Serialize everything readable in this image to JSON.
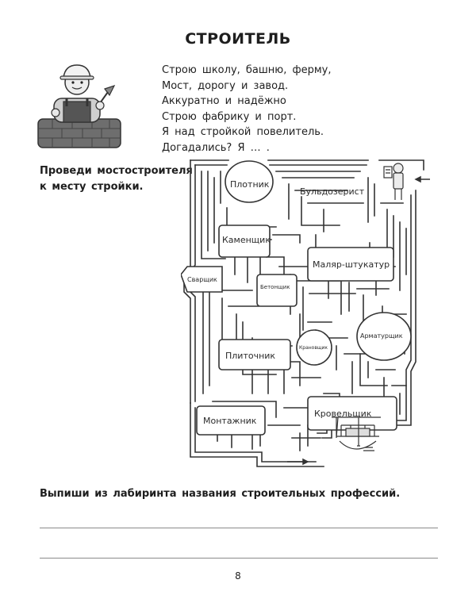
{
  "title": "СТРОИТЕЛЬ",
  "poem": [
    "Строю школу, башню, ферму,",
    "Мост, дорогу и завод.",
    "Аккуратно и надёжно",
    "Строю фабрику и порт.",
    "Я над стройкой повелитель.",
    "Догадались? Я … ."
  ],
  "task1": [
    "Проведи мостостроителя",
    "к месту стройки."
  ],
  "maze_labels": {
    "plotnik": "Плотник",
    "buldozerist": "Бульдозерист",
    "kamenshchik": "Каменщик",
    "malyar": "Маляр-штукатур",
    "svarshchik": "Сварщик",
    "betonshchik": "Бетонщик",
    "armaturshchik": "Арматурщик",
    "kranovshchik": "Крановщик",
    "plitochnik": "Плиточник",
    "montazhnik": "Монтажник",
    "krovelshchik": "Кровельщик"
  },
  "task2": "Выпиши из лабиринта названия строительных профессий.",
  "page_number": "8"
}
